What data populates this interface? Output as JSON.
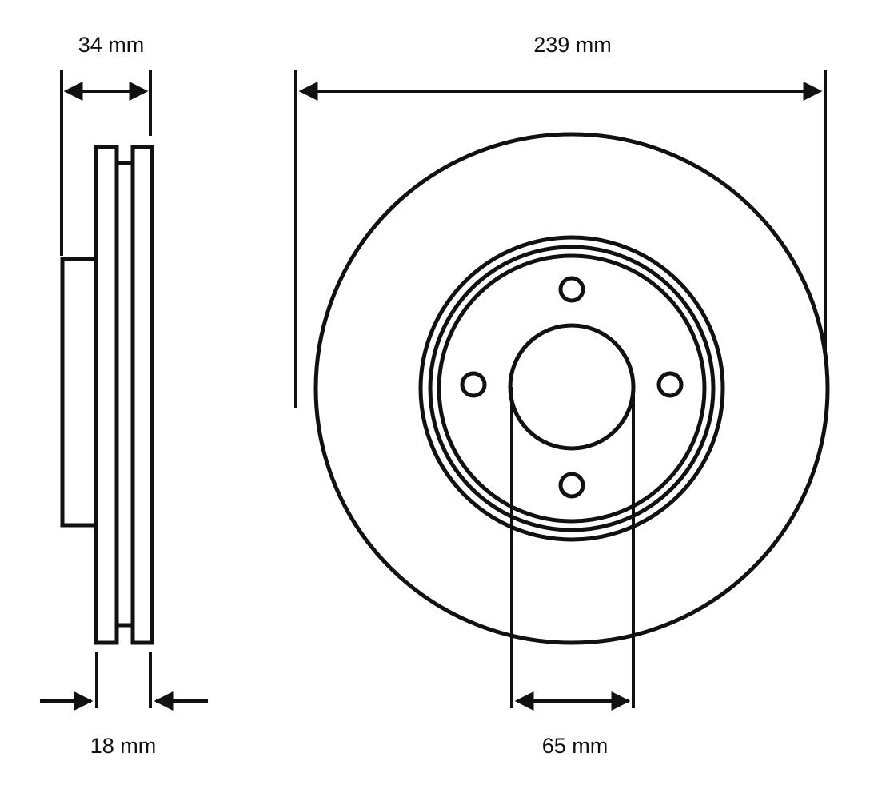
{
  "dimensions": {
    "total_thickness": "34 mm",
    "disc_diameter": "239 mm",
    "min_thickness": "18 mm",
    "center_bore": "65 mm"
  },
  "colors": {
    "line": "#111111",
    "background": "#ffffff"
  }
}
